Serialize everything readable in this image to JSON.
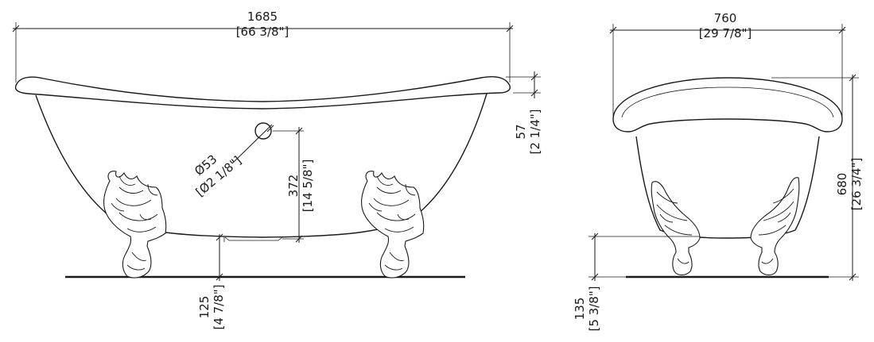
{
  "colors": {
    "ink": "#1a1a1a",
    "background": "#ffffff"
  },
  "side_view": {
    "overall_length": {
      "mm": "1685",
      "in": "[66 3/8\"]"
    },
    "rim_height": {
      "mm": "57",
      "in": "[2 1/4\"]"
    },
    "drain_diameter": {
      "mm": "Ø53",
      "in": "[Ø2 1/8\"]"
    },
    "drain_height": {
      "mm": "372",
      "in": "[14 5/8\"]"
    },
    "floor_clearance": {
      "mm": "125",
      "in": "[4 7/8\"]"
    }
  },
  "end_view": {
    "overall_width": {
      "mm": "760",
      "in": "[29 7/8\"]"
    },
    "overall_height": {
      "mm": "680",
      "in": "[26 3/4\"]"
    },
    "floor_clearance": {
      "mm": "135",
      "in": "[5 3/8\"]"
    }
  }
}
